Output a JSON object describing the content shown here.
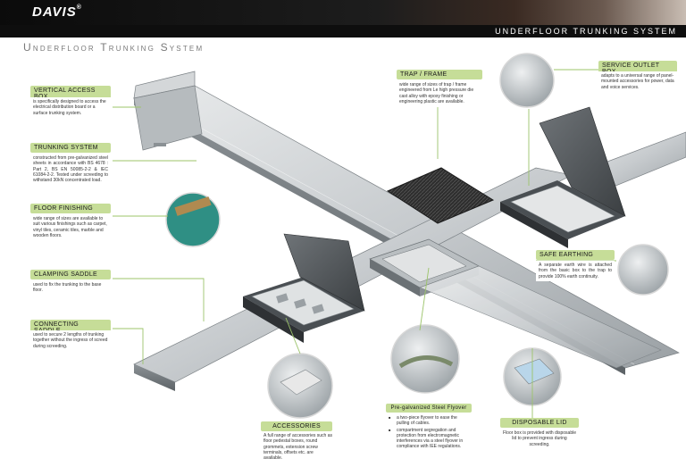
{
  "header": {
    "logo": "DAVIS",
    "logo_mark": "®",
    "title": "UNDERFLOOR TRUNKING SYSTEM",
    "subtitle": "Underfloor Trunking System"
  },
  "labels": {
    "vertical_access_box": {
      "title": "VERTICAL ACCESS BOX",
      "text": "is specifically designed to access the electrical distribution board or a surface trunking system."
    },
    "trunking_system": {
      "title": "TRUNKING SYSTEM",
      "text": "constructed from pre-galvanized steel sheets in accordance with BS 4678 : Part 2, BS EN 50085-2-2 & IEC 61084-2-2. Tested under screeding to withstand 30kN concentrated load."
    },
    "floor_finishing": {
      "title": "FLOOR FINISHING",
      "text": "wide range of sizes are available to suit various finishings such as carpet, vinyl tiles, ceramic tiles, marble and wooden floors."
    },
    "clamping_saddle": {
      "title": "CLAMPING SADDLE",
      "text": "used to fix the trunking to the base floor."
    },
    "connecting_saddle": {
      "title": "CONNECTING SADDLE",
      "text": "used to secure 2 lengths of trunking together without the ingress of screed during screeding."
    },
    "trap_frame": {
      "title": "TRAP / FRAME",
      "text": "wide range of sizes of trap / frame engineered from Le high pressure die cast alloy with epoxy finishing or engineering plastic are available."
    },
    "service_outlet_box": {
      "title": "SERVICE OUTLET BOX",
      "text": "adapts to a universal range of panel-mounted accessories for power, data and voice services."
    },
    "safe_earthing": {
      "title": "SAFE EARTHING",
      "text": "A separate earth wire is attached from the basic box to the trap to provide 100% earth continuity."
    },
    "accessories": {
      "title": "ACCESSORIES",
      "text": "A full range of accessories such as floor pedestal boxes, round grommets, extension screw terminals, offsets etc. are available."
    },
    "flyover": {
      "title": "Pre-galvanized Steel Flyover",
      "items": [
        "a two-piece flyover to ease the pulling of cables.",
        "compartment segregation and protection from electromagnetic interferences via a steel flyover in compliance with IEE regulations."
      ]
    },
    "disposable_lid": {
      "title": "DISPOSABLE LID",
      "text": "Floor box is provided with disposable lid to prevent ingress during screeding."
    }
  },
  "colors": {
    "label_bg": "#c6dd98",
    "leader": "#9cc46a",
    "header_bg": "#0e0e0e",
    "subtitle": "#7a7a7a"
  }
}
